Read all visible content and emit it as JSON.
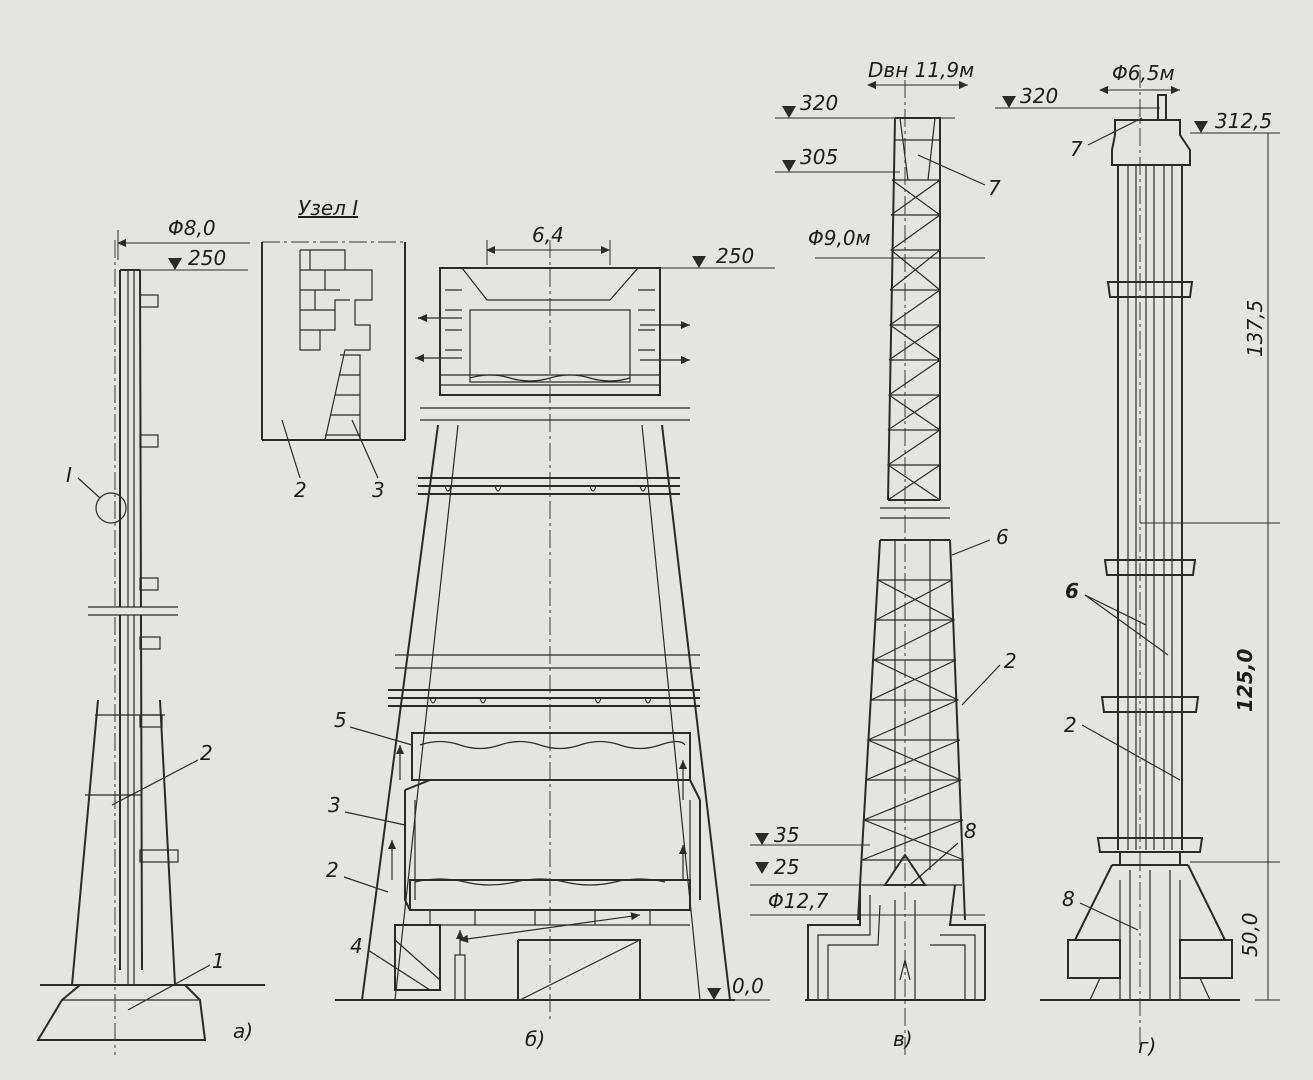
{
  "views": {
    "a": {
      "caption": "а)",
      "diameter": "Φ8,0",
      "elevation_top": "250",
      "node_marker": "I",
      "callouts": [
        "1",
        "2"
      ]
    },
    "node": {
      "title": "Узел I",
      "callouts": [
        "2",
        "3"
      ]
    },
    "b": {
      "caption": "б)",
      "top_width": "6,4",
      "elevation_top": "250",
      "elevation_base": "0,0",
      "callouts": [
        "2",
        "3",
        "4",
        "5"
      ]
    },
    "v": {
      "caption": "в)",
      "inner_diameter": "Dвн 11,9м",
      "diameter_mid": "Φ9,0м",
      "diameter_base": "Φ12,7",
      "elevations": [
        "320",
        "305",
        "35",
        "25"
      ],
      "callouts": [
        "7",
        "6",
        "2",
        "8"
      ]
    },
    "g": {
      "caption": "г)",
      "diameter_top": "Φ6,5м",
      "elevation_top": "320",
      "elevation_cap": "312,5",
      "segments": [
        "137,5",
        "125,0",
        "50,0"
      ],
      "callouts": [
        "7",
        "6",
        "2",
        "8"
      ]
    }
  }
}
